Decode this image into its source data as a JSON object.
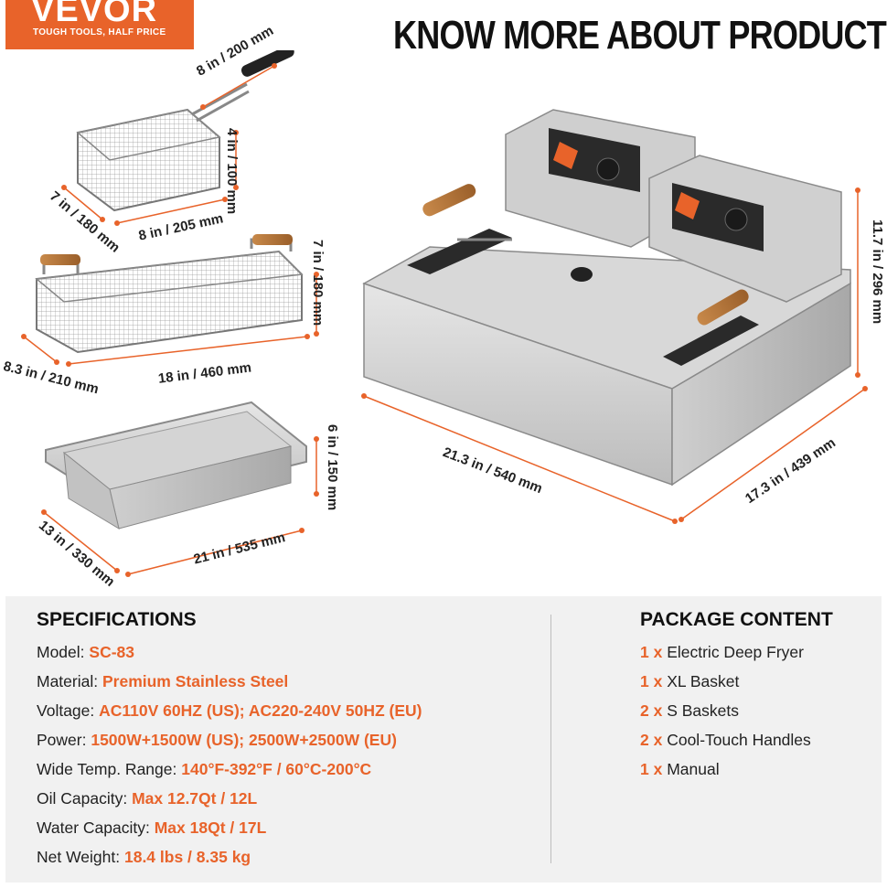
{
  "brand": {
    "name": "VEVOR",
    "tagline": "TOUGH TOOLS, HALF PRICE",
    "color": "#e8632a"
  },
  "headline": "KNOW MORE ABOUT PRODUCT",
  "dimensions": {
    "small_basket_handle": "8 in / 200 mm",
    "small_basket_height": "4 in / 100 mm",
    "small_basket_width": "8 in / 205 mm",
    "small_basket_depth": "7 in / 180 mm",
    "xl_basket_height": "7 in / 180 mm",
    "xl_basket_length": "18 in / 460 mm",
    "xl_basket_depth": "8.3 in / 210 mm",
    "tank_height": "6 in / 150 mm",
    "tank_length": "21 in / 535 mm",
    "tank_depth": "13 in / 330 mm",
    "fryer_height": "11.7 in / 296 mm",
    "fryer_width": "21.3 in / 540 mm",
    "fryer_depth": "17.3 in / 439 mm"
  },
  "specifications": {
    "title": "SPECIFICATIONS",
    "rows": [
      {
        "label": "Model:",
        "value": "SC-83"
      },
      {
        "label": "Material:",
        "value": "Premium Stainless Steel"
      },
      {
        "label": "Voltage:",
        "value": "AC110V 60HZ (US); AC220-240V 50HZ (EU)"
      },
      {
        "label": "Power:",
        "value": "1500W+1500W (US); 2500W+2500W (EU)"
      },
      {
        "label": "Wide Temp. Range:",
        "value": "140°F-392°F / 60°C-200°C"
      },
      {
        "label": "Oil Capacity:",
        "value": "Max 12.7Qt / 12L"
      },
      {
        "label": "Water Capacity:",
        "value": "Max 18Qt / 17L"
      },
      {
        "label": "Net Weight:",
        "value": "18.4 lbs / 8.35 kg"
      }
    ]
  },
  "package": {
    "title": "PACKAGE CONTENT",
    "items": [
      {
        "qty": "1 x",
        "name": "Electric Deep Fryer"
      },
      {
        "qty": "1 x",
        "name": "XL Basket"
      },
      {
        "qty": "2 x",
        "name": "S Baskets"
      },
      {
        "qty": "2 x",
        "name": "Cool-Touch Handles"
      },
      {
        "qty": "1 x",
        "name": "Manual"
      }
    ]
  }
}
